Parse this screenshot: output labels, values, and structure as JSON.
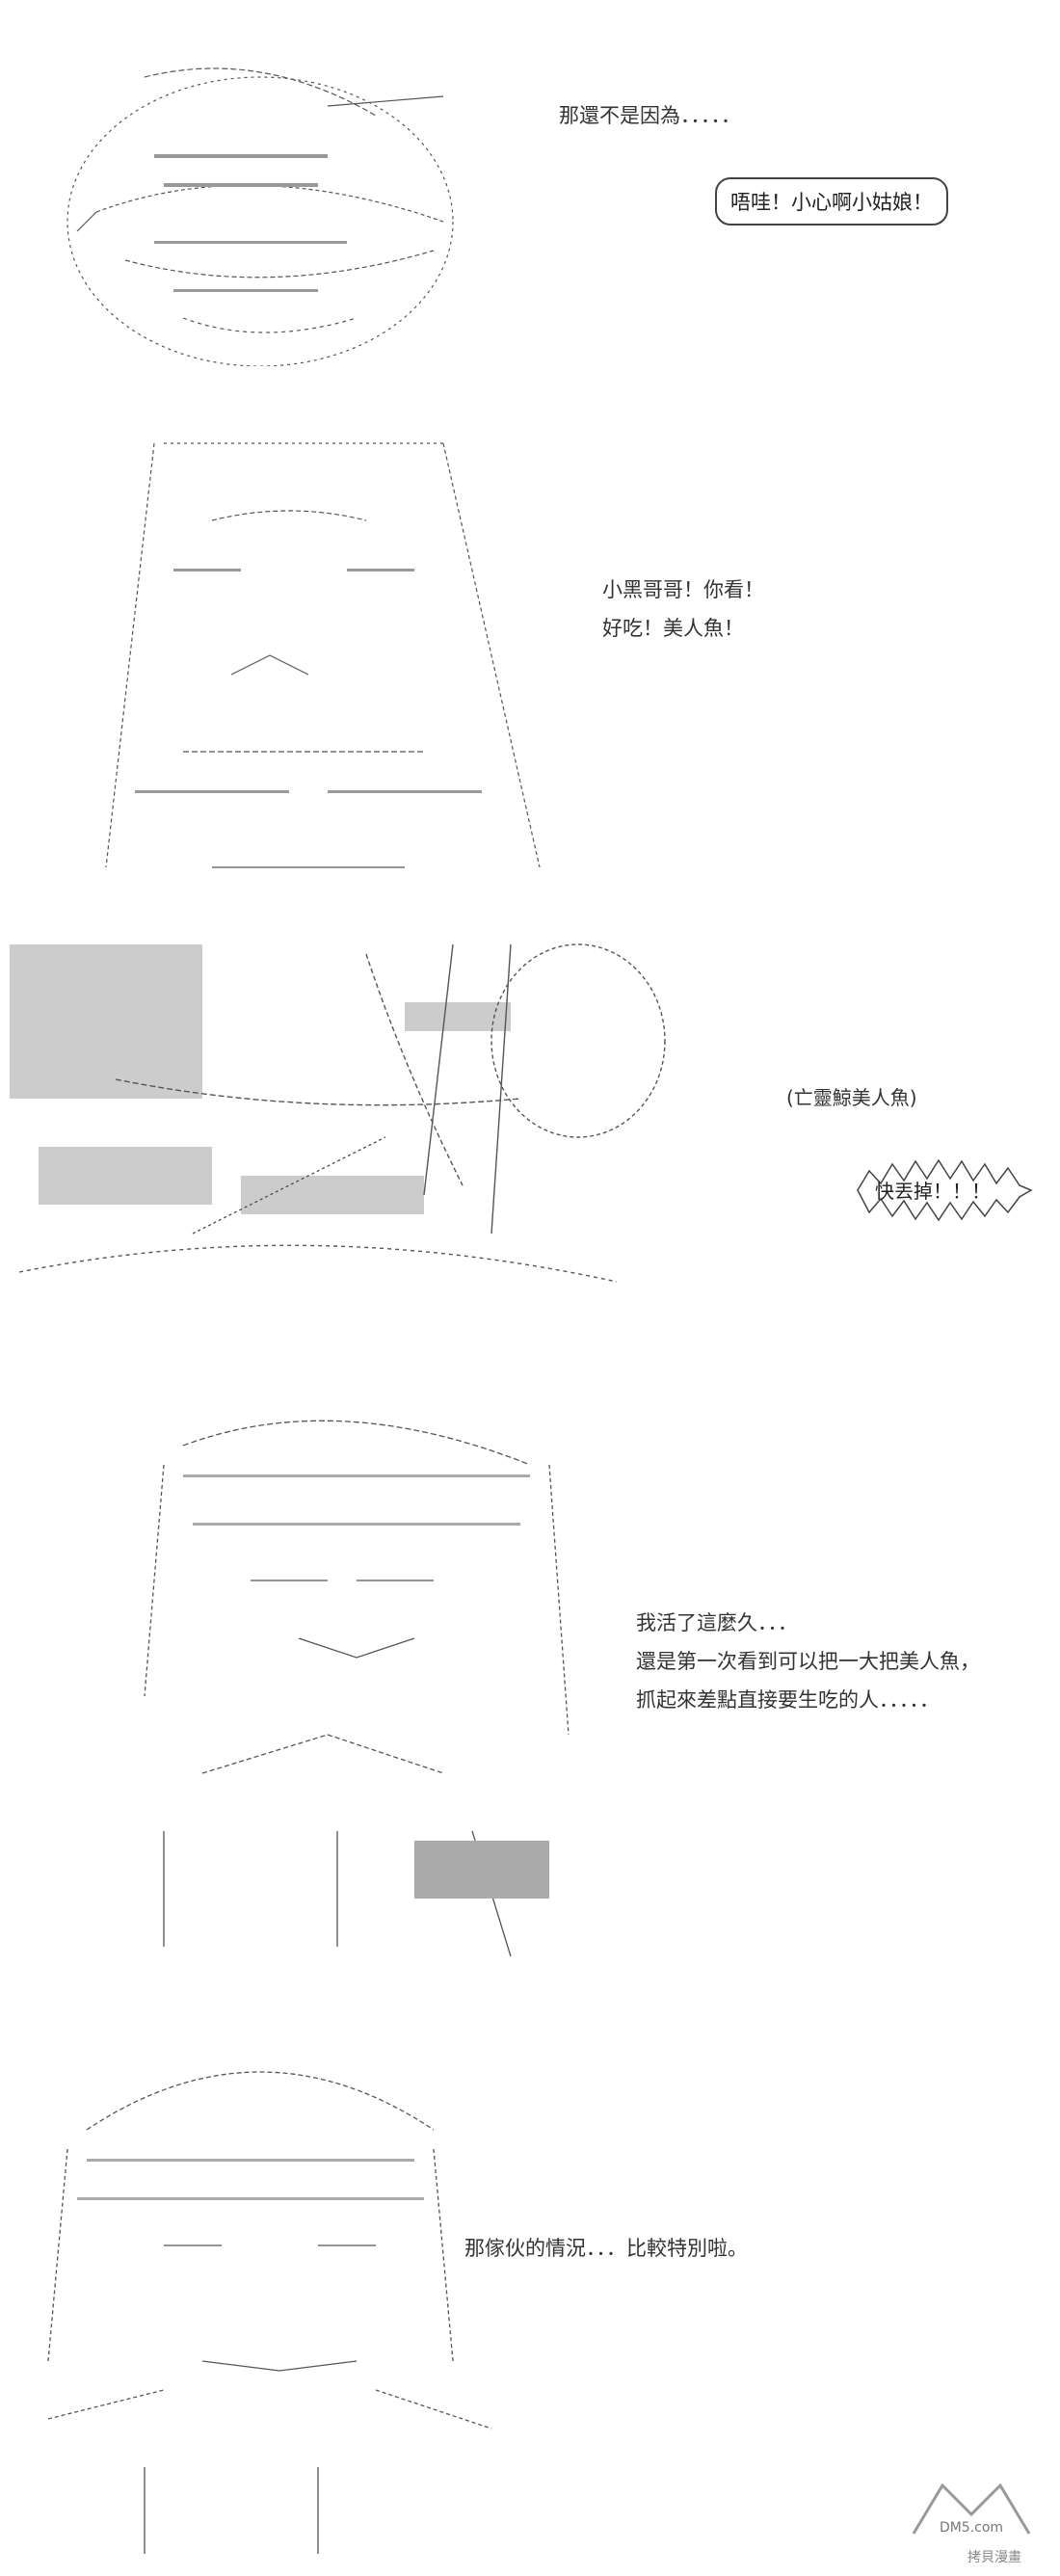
{
  "panels": [
    {
      "id": "p1",
      "dialog": [
        "那還不是因為．．．．．"
      ],
      "bubble": "唔哇！小心啊小姑娘！"
    },
    {
      "id": "p2",
      "dialog": [
        "小黑哥哥！你看！",
        "好吃！美人魚！"
      ]
    },
    {
      "id": "p3",
      "narration": "(亡靈鯨美人魚)",
      "bubble": "快丟掉！！！"
    },
    {
      "id": "p4",
      "dialog": [
        "我活了這麼久．．．",
        "還是第一次看到可以把一大把美人魚，",
        "抓起來差點直接要生吃的人．．．．．"
      ]
    },
    {
      "id": "p5",
      "dialog": [
        "那傢伙的情況．．．比較特別啦。"
      ]
    }
  ],
  "watermark": {
    "logo_text": "DM5.com",
    "caption": "拷貝漫畫"
  },
  "colors": {
    "ink": "#333333",
    "background": "#ffffff"
  }
}
